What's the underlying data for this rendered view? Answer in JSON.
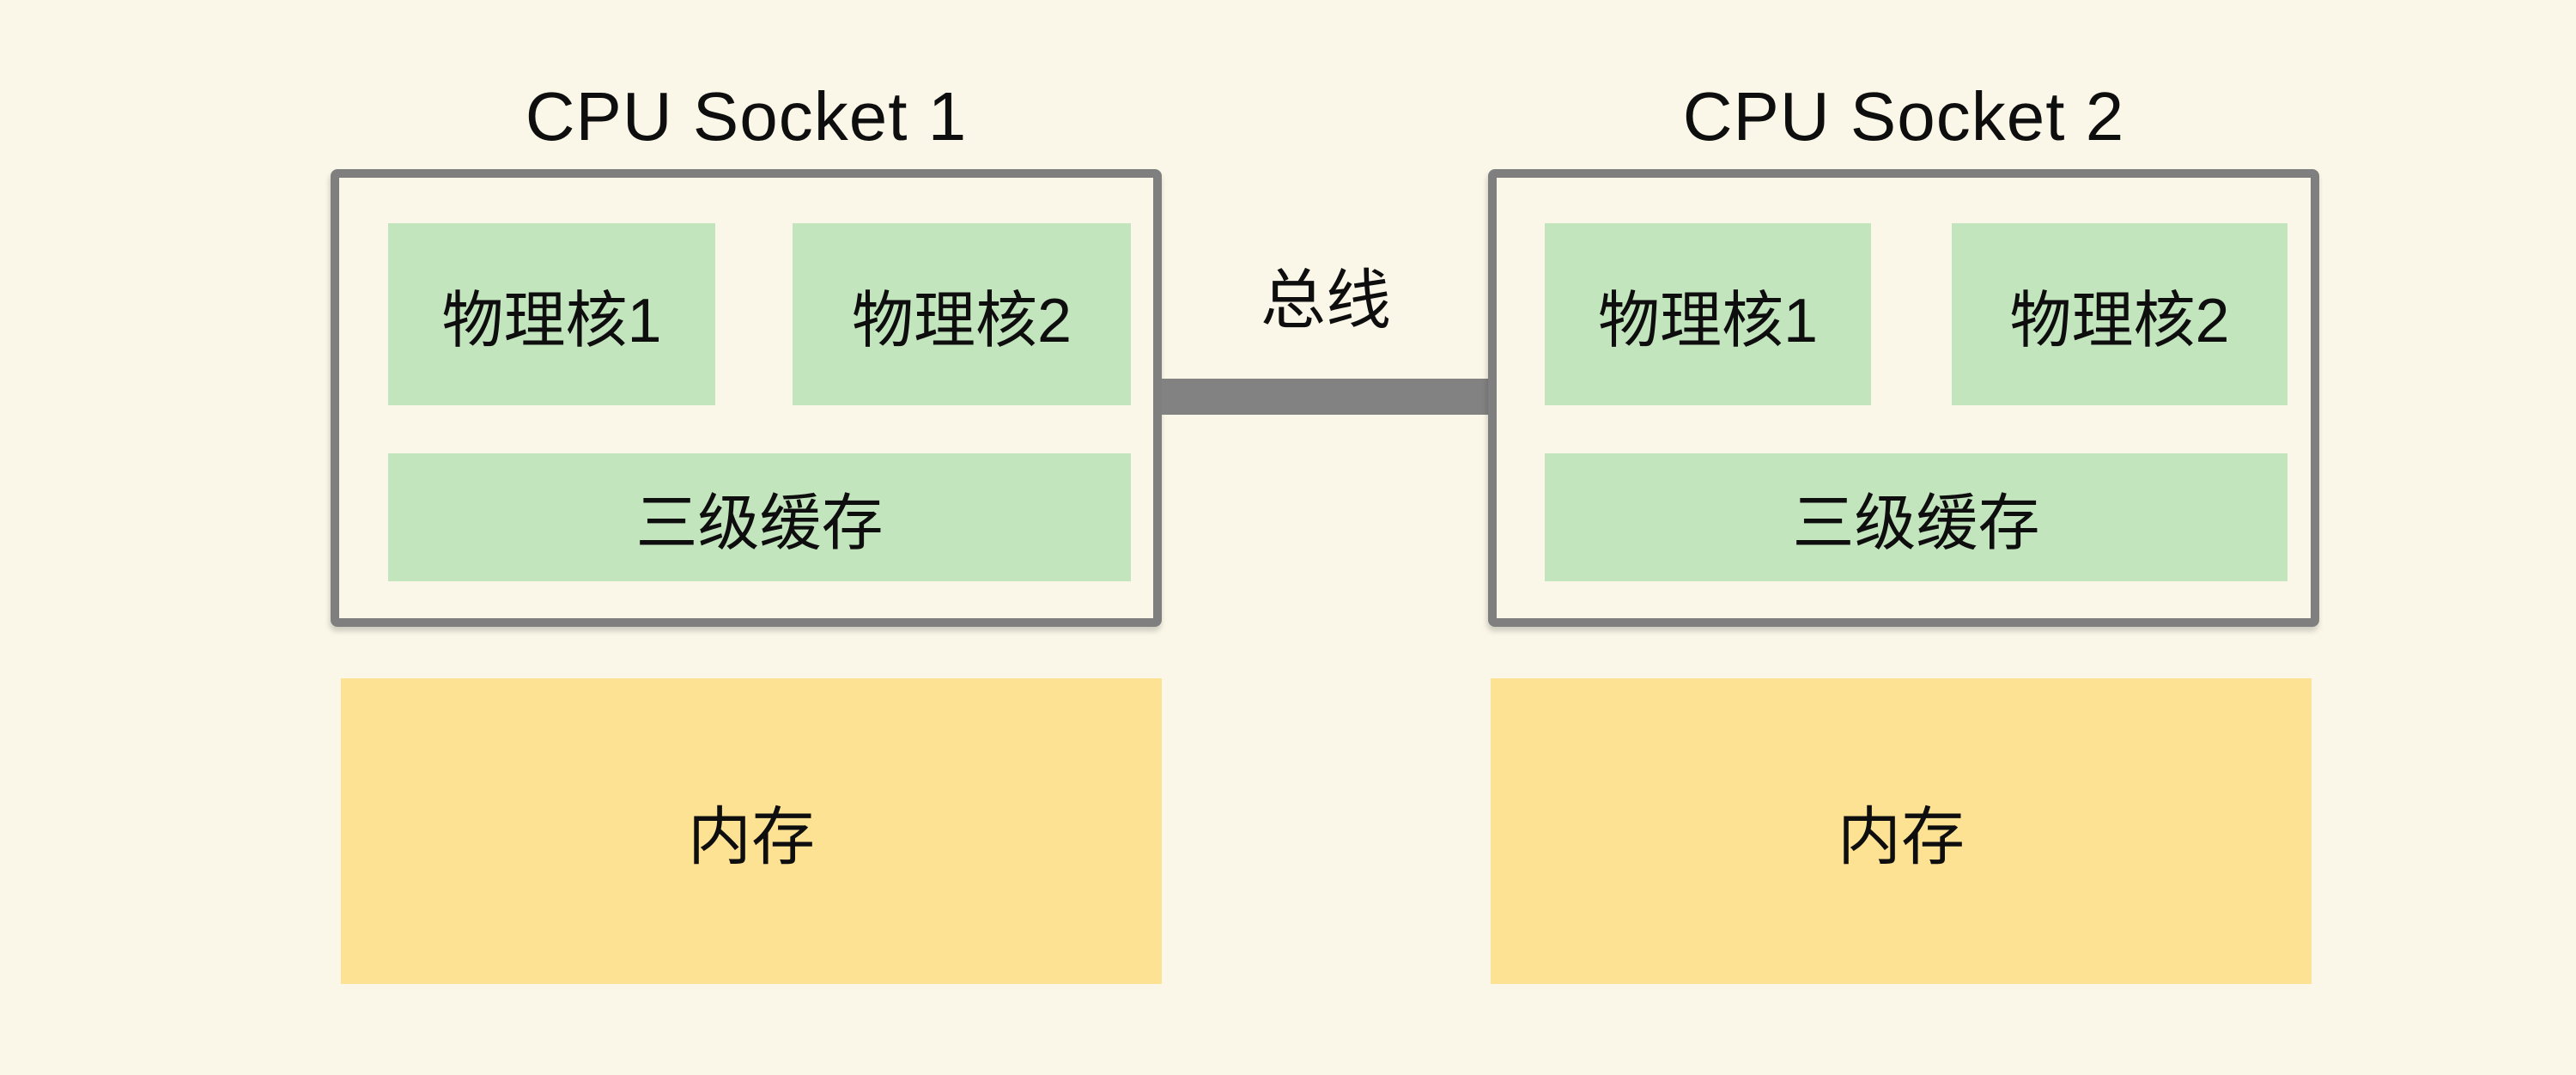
{
  "sockets": [
    {
      "title": "CPU Socket 1",
      "cores": [
        "物理核1",
        "物理核2"
      ],
      "cache": "三级缓存",
      "memory": "内存"
    },
    {
      "title": "CPU Socket 2",
      "cores": [
        "物理核1",
        "物理核2"
      ],
      "cache": "三级缓存",
      "memory": "内存"
    }
  ],
  "bus": {
    "label": "总线"
  },
  "colors": {
    "background": "#FAF7E8",
    "socket_border": "#7F7F7F",
    "block_green": "#C3E5BE",
    "memory_yellow": "#FDE293",
    "bus_gray": "#828282",
    "text": "#0E0E0E"
  }
}
